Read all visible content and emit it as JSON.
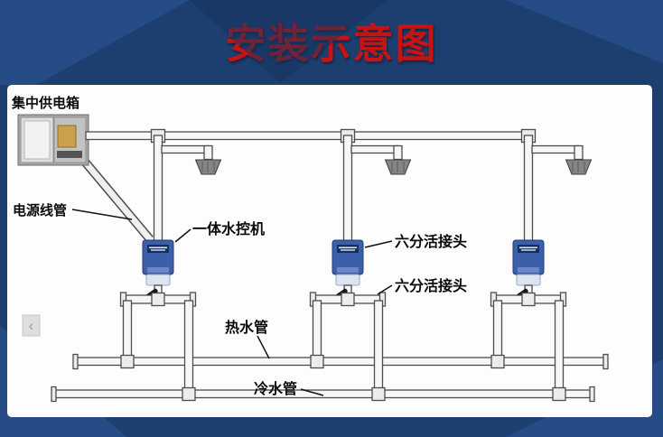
{
  "title": "安装示意图",
  "diagram": {
    "labels": {
      "power_box": "集中供电箱",
      "power_conduit": "电源线管",
      "controller": "一体水控机",
      "union_top": "六分活接头",
      "union_bottom": "六分活接头",
      "hot_pipe": "热水管",
      "cold_pipe": "冷水管"
    }
  },
  "nav": {
    "back_arrow": "‹"
  },
  "colors": {
    "background": "#1d3f70",
    "background_stripe": "#2d5a9e",
    "title_red": "#c41414",
    "panel_white": "#fdfdfd",
    "controller_blue": "#3b5fa8",
    "pipe_outline": "#4d4d4d"
  }
}
